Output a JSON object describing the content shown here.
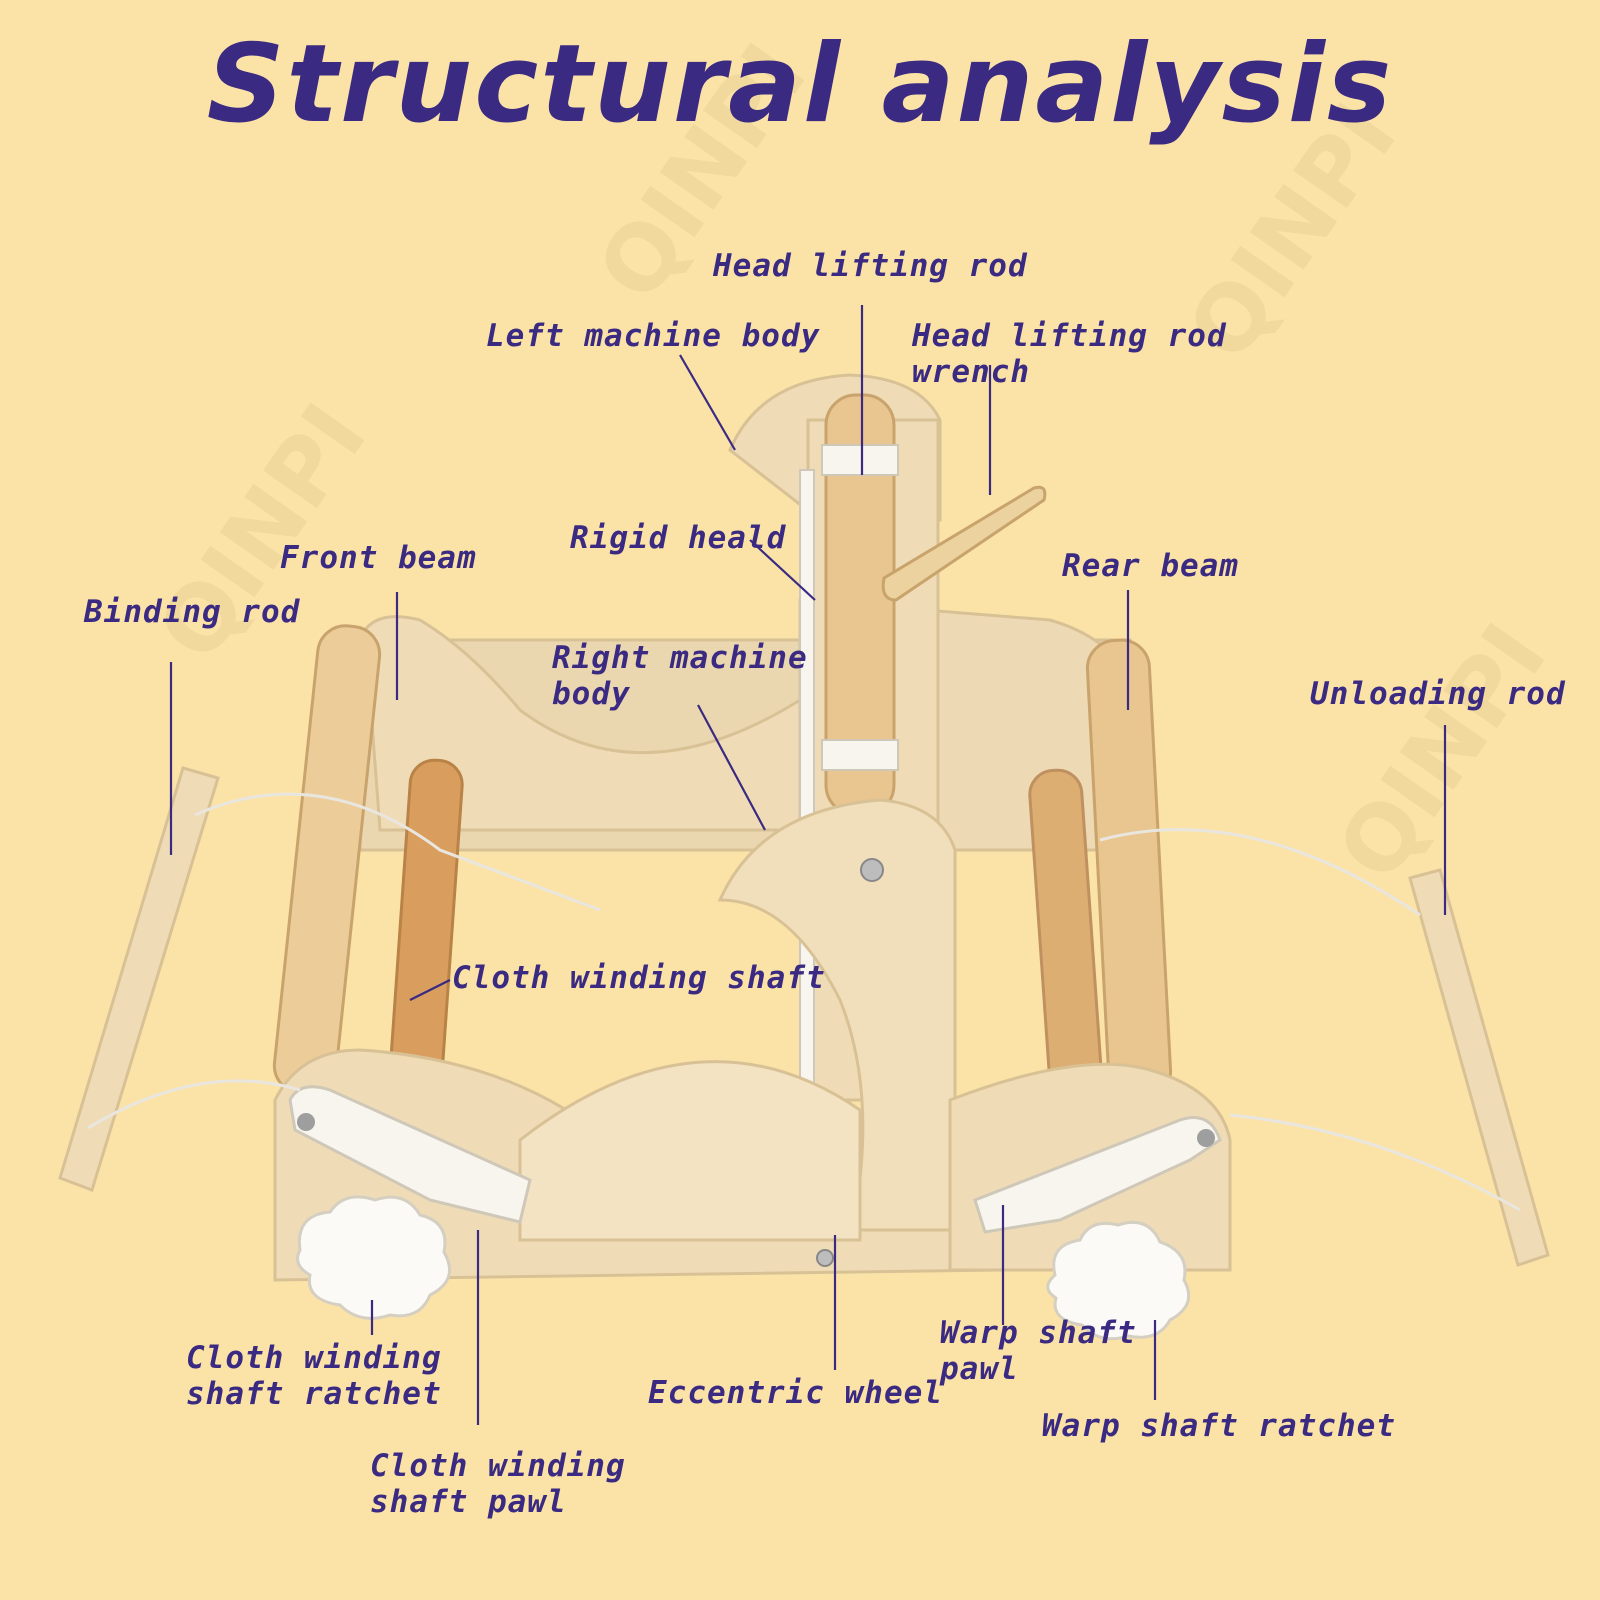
{
  "title": "Structural analysis",
  "watermark": "QINPI",
  "colors": {
    "background": "#fbe3a8",
    "text": "#3a2a82",
    "plywood": "#efdcb6",
    "rod": "#e9c58f",
    "plastic": "#f7f5ee"
  },
  "labels": {
    "head_lifting_rod": "Head lifting rod",
    "left_machine_body": "Left machine body",
    "head_lifting_rod_wrench_line1": "Head lifting rod",
    "head_lifting_rod_wrench_line2": "wrench",
    "rigid_heald": "Rigid heald",
    "front_beam": "Front beam",
    "rear_beam": "Rear beam",
    "binding_rod": "Binding rod",
    "right_machine_body_line1": "Right machine",
    "right_machine_body_line2": "body",
    "unloading_rod": "Unloading rod",
    "cloth_winding_shaft": "Cloth winding shaft",
    "cloth_winding_shaft_ratchet_line1": "Cloth winding",
    "cloth_winding_shaft_ratchet_line2": "shaft ratchet",
    "cloth_winding_shaft_pawl_line1": "Cloth winding",
    "cloth_winding_shaft_pawl_line2": "shaft pawl",
    "eccentric_wheel": "Eccentric wheel",
    "warp_shaft_pawl_line1": "Warp shaft",
    "warp_shaft_pawl_line2": "pawl",
    "warp_shaft_ratchet": "Warp shaft ratchet"
  }
}
